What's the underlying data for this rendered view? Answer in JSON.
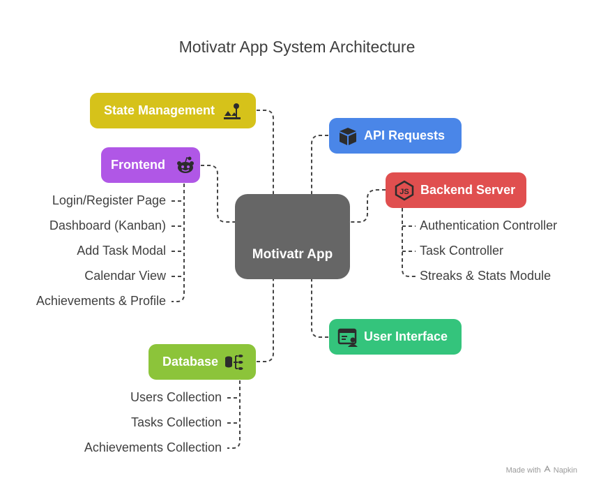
{
  "title": "Motivatr App System Architecture",
  "center": {
    "label": "Motivatr App"
  },
  "nodes": {
    "state_management": {
      "label": "State Management",
      "color": "#d6c21a",
      "icon": "scale-icon"
    },
    "frontend": {
      "label": "Frontend",
      "color": "#b057e6",
      "icon": "reddit-icon"
    },
    "api_requests": {
      "label": "API Requests",
      "color": "#4a86e8",
      "icon": "box-icon"
    },
    "backend_server": {
      "label": "Backend Server",
      "color": "#e04f4f",
      "icon": "nodejs-icon"
    },
    "user_interface": {
      "label": "User Interface",
      "color": "#34c47c",
      "icon": "user-screen-icon"
    },
    "database": {
      "label": "Database",
      "color": "#8cc43a",
      "icon": "database-icon"
    }
  },
  "frontend_items": [
    "Login/Register Page",
    "Dashboard (Kanban)",
    "Add Task Modal",
    "Calendar View",
    "Achievements & Profile"
  ],
  "backend_items": [
    "Authentication Controller",
    "Task Controller",
    "Streaks & Stats Module"
  ],
  "database_items": [
    "Users Collection",
    "Tasks Collection",
    "Achievements Collection"
  ],
  "footer": {
    "made_with": "Made with",
    "brand": "Napkin"
  }
}
